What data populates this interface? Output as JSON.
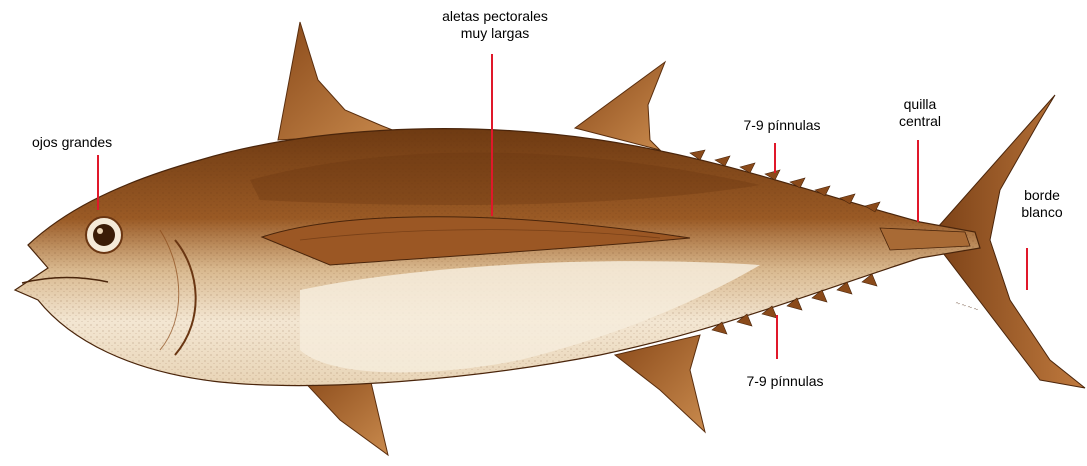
{
  "colors": {
    "leader_line": "#e0182a",
    "fish_dark": "#7a3f12",
    "fish_mid": "#a8652b",
    "fish_light": "#e9d3b4",
    "belly": "#f5ead8"
  },
  "labels": {
    "eyes": "ojos grandes",
    "pectoral_line1": "aletas pectorales",
    "pectoral_line2": "muy largas",
    "dorsal_finlets": "7-9 pínnulas",
    "keel_line1": "quilla",
    "keel_line2": "central",
    "tail_line1": "borde",
    "tail_line2": "blanco",
    "ventral_finlets": "7-9 pínnulas"
  }
}
